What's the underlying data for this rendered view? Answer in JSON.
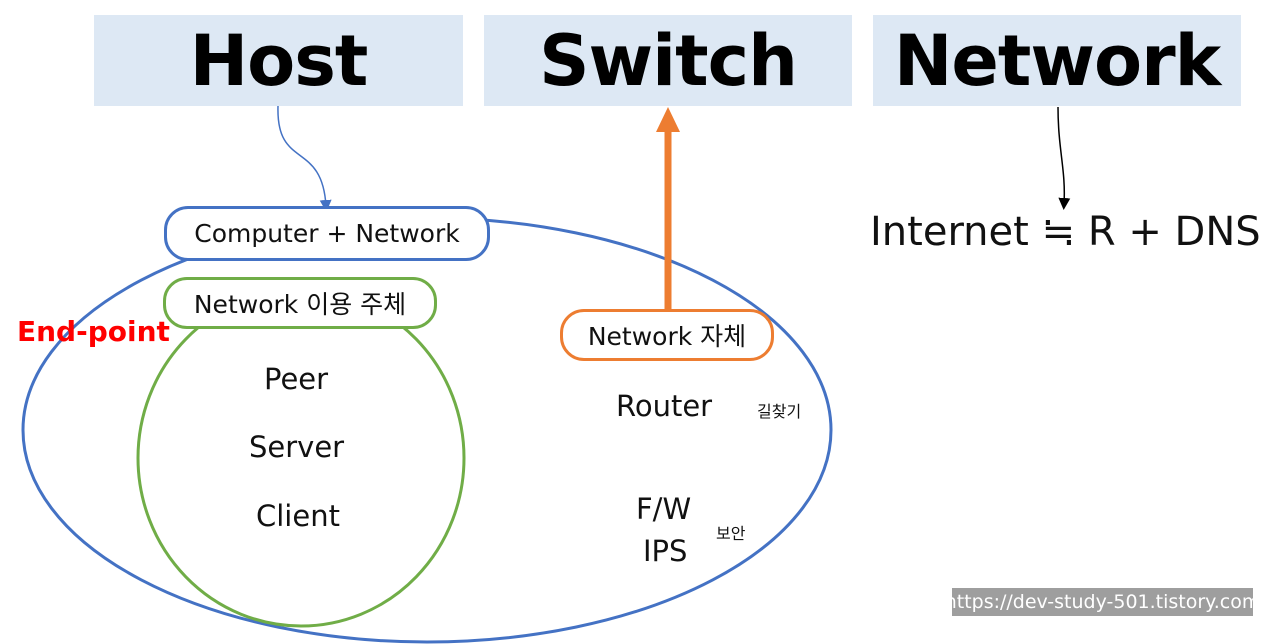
{
  "headers": {
    "host": "Host",
    "switch": "Switch",
    "network": "Network"
  },
  "pills": {
    "computer_network": "Computer + Network",
    "network_usage_subject": "Network 이용 주체",
    "network_itself": "Network 자체"
  },
  "labels": {
    "end_point": "End-point",
    "peer": "Peer",
    "server": "Server",
    "client": "Client",
    "router": "Router",
    "pathfinding": "길찾기",
    "fw": "F/W",
    "ips": "IPS",
    "security": "보안",
    "formula": "Internet ≒ R + DNS"
  },
  "watermark": "https://dev-study-501.tistory.com",
  "colors": {
    "header_bg": "#dde8f4",
    "outer_ellipse": "#4472c4",
    "inner_circle": "#70ad47",
    "orange_arrow": "#ed7d31",
    "end_point_text": "#ff0000"
  }
}
